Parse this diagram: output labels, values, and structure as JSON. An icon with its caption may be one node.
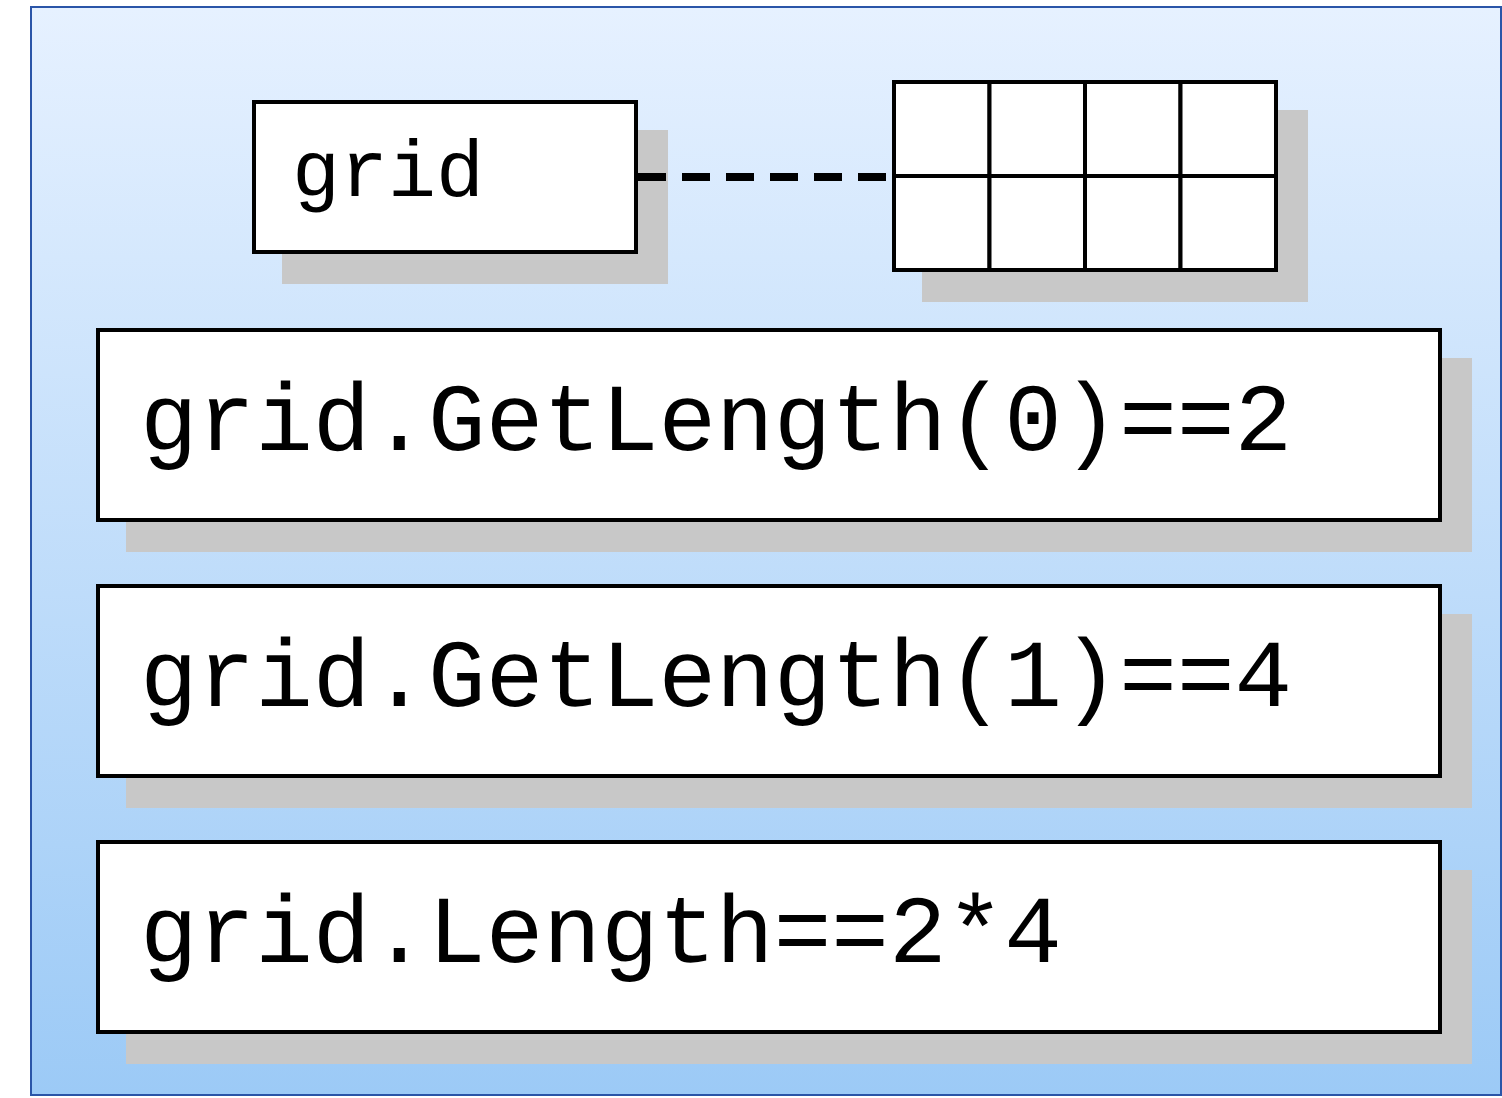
{
  "diagram": {
    "nodes": [
      {
        "text": [
          "grid"
        ]
      },
      {
        "text": [],
        "shape": "picture"
      },
      {
        "text": [
          "grid.GetLength(0)==2"
        ]
      },
      {
        "text": [
          "grid.GetLength(1)==4"
        ]
      },
      {
        "text": [
          "grid.Length==2*4"
        ]
      }
    ],
    "edges": [
      {
        "from": 0,
        "to": 1,
        "arrow": "none",
        "style": "dashed"
      }
    ]
  }
}
